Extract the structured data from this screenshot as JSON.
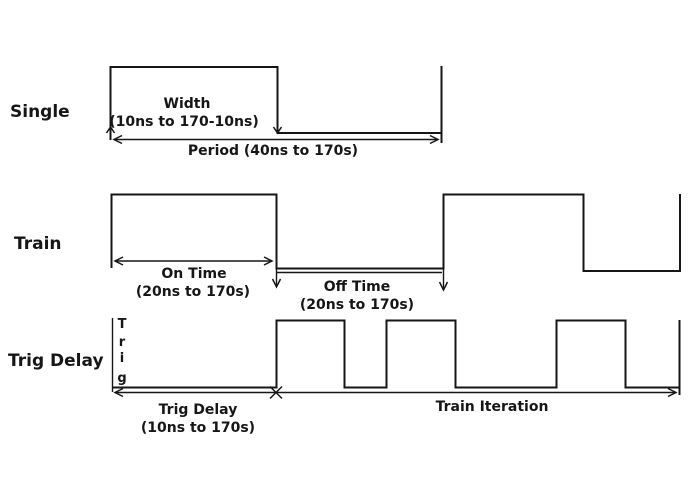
{
  "colors": {
    "line": "#161616",
    "text": "#161616",
    "background": "#ffffff"
  },
  "rows": {
    "single": {
      "label": "Single",
      "width_annotation": {
        "line1": "Width",
        "line2": "(10ns to 170-10ns)"
      },
      "period_annotation": "Period (40ns to 170s)"
    },
    "train": {
      "label": "Train",
      "on_time_annotation": {
        "line1": "On Time",
        "line2": "(20ns to 170s)"
      },
      "off_time_annotation": {
        "line1": "Off Time",
        "line2": "(20ns to 170s)"
      }
    },
    "trig_delay": {
      "label": "Trig Delay",
      "trig_axis": {
        "word": "Trig",
        "letters": [
          "T",
          "r",
          "i",
          "g"
        ]
      },
      "trig_delay_annotation": {
        "line1": "Trig Delay",
        "line2": "(10ns to 170s)"
      },
      "train_iteration_annotation": "Train Iteration"
    }
  }
}
